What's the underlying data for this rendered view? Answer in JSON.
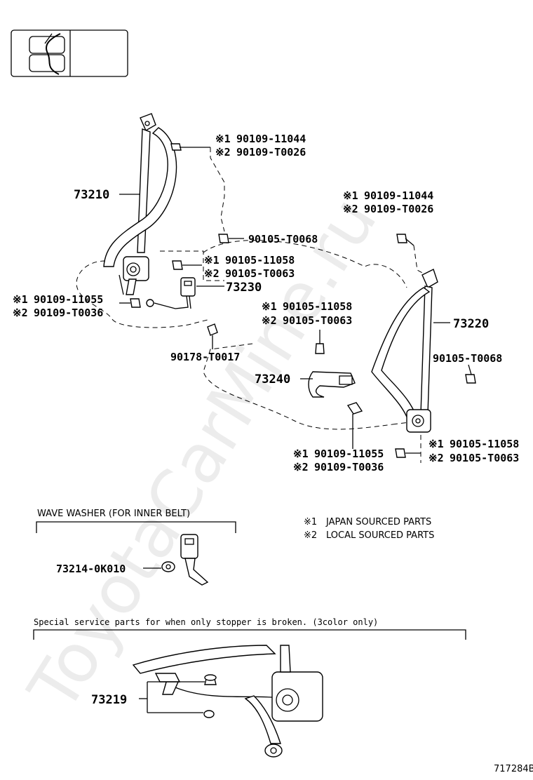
{
  "watermark": "ToyotaCarMine.ru",
  "legend_icon": "seat-belt-routing-icon",
  "diagram_id": "717284B",
  "mark1": "※1",
  "mark2": "※2",
  "labels": {
    "p73210": "73210",
    "p73220": "73220",
    "p73230": "73230",
    "p73240": "73240",
    "p73219": "73219",
    "p73214": "73214-0K010",
    "bolt_top_left_1": "90109-11044",
    "bolt_top_left_2": "90109-T0026",
    "bolt_top_right_1": "90109-11044",
    "bolt_top_right_2": "90109-T0026",
    "bolt_a_left": "90105-T0068",
    "bolt_a_right": "90105-T0068",
    "buckle_bolt_left_1": "90105-11058",
    "buckle_bolt_left_2": "90105-T0063",
    "anchor_left_1": "90109-11055",
    "anchor_left_2": "90109-T0036",
    "nut_center": "90178-T0017",
    "buckle_bolt_center_1": "90105-11058",
    "buckle_bolt_center_2": "90105-T0063",
    "anchor_right_1": "90109-11055",
    "anchor_right_2": "90109-T0036",
    "retractor_bolt_right_1": "90105-11058",
    "retractor_bolt_right_2": "90105-T0063"
  },
  "notes": {
    "japan": "JAPAN SOURCED PARTS",
    "local": "LOCAL SOURCED PARTS",
    "wave_washer": "WAVE WASHER (FOR INNER BELT)",
    "special": "Special service parts for when only stopper is broken. (3color only)"
  }
}
